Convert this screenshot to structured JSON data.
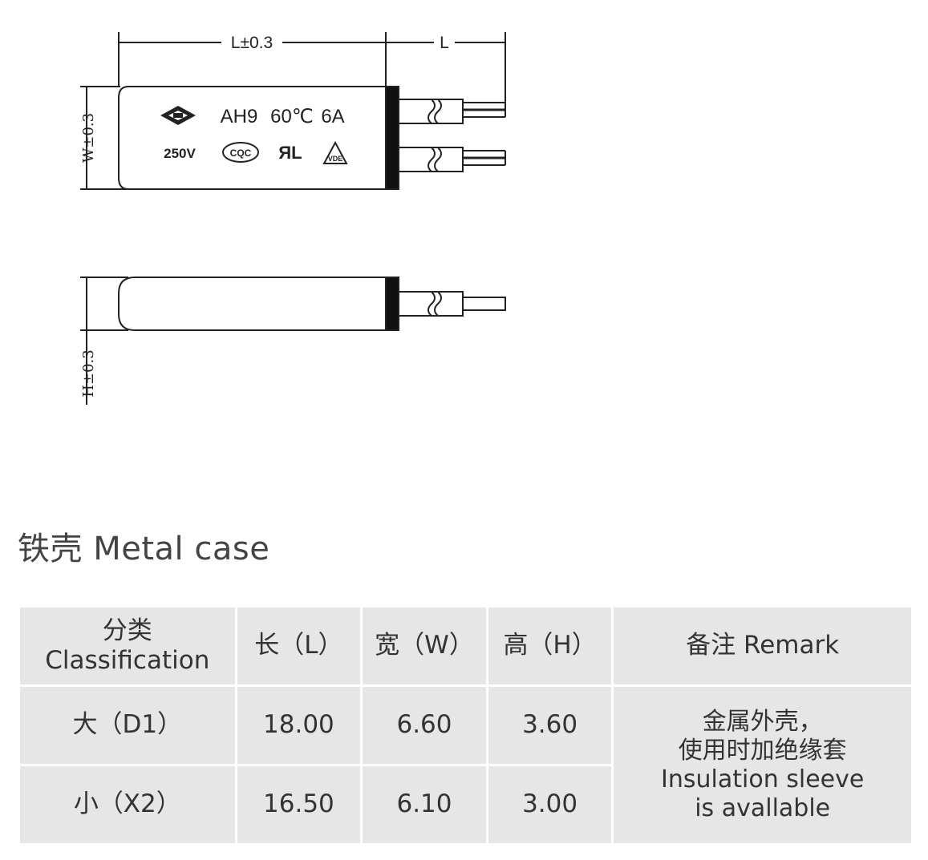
{
  "drawing": {
    "dim_length_tol": "L±0.3",
    "dim_lead": "L",
    "dim_width_tol": "W±0.3",
    "dim_height_tol": "H±0.3",
    "marking_model": "AH9",
    "marking_temp": "60℃",
    "marking_current": "6A",
    "marking_voltage": "250V",
    "mark_ccc": "CQC",
    "mark_ul": "ЯL",
    "mark_vde": "VDE"
  },
  "section": {
    "title": "铁壳 Metal  case"
  },
  "table": {
    "headers": {
      "classification_cn": "分类",
      "classification_en": "Classification",
      "length": "长（L）",
      "width": "宽（W）",
      "height": "高（H）",
      "remark": "备注 Remark"
    },
    "rows": [
      {
        "class": "大（D1）",
        "length": "18.00",
        "width": "6.60",
        "height": "3.60"
      },
      {
        "class": "小（X2）",
        "length": "16.50",
        "width": "6.10",
        "height": "3.00"
      }
    ],
    "remark": {
      "line1": "金属外壳，",
      "line2": "使用时加绝缘套",
      "line3": "Insulation sleeve",
      "line4": "is avallable"
    }
  }
}
